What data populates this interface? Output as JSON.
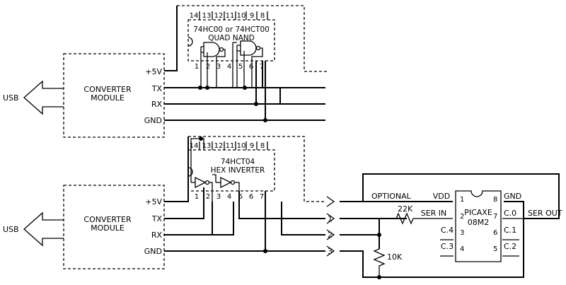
{
  "top_circuit": {
    "usb_label": "USB",
    "converter_label_line1": "CONVERTER",
    "converter_label_line2": "MODULE",
    "pin_5v": "+5V",
    "pin_tx": "TX",
    "pin_rx": "RX",
    "pin_gnd": "GND",
    "ic_label_line1": "74HC00 or 74HCT00",
    "ic_label_line2": "QUAD NAND",
    "ic_pins_top": [
      "14",
      "13",
      "12",
      "11",
      "10",
      "9",
      "8"
    ],
    "ic_pins_bottom": [
      "1",
      "2",
      "3",
      "4",
      "5",
      "6",
      "7"
    ]
  },
  "bottom_circuit": {
    "usb_label": "USB",
    "converter_label_line1": "CONVERTER",
    "converter_label_line2": "MODULE",
    "pin_5v": "+5V",
    "pin_tx": "TX",
    "pin_rx": "RX",
    "pin_gnd": "GND",
    "ic_label_line1": "74HCT04",
    "ic_label_line2": "HEX INVERTER",
    "ic_pins_top": [
      "14",
      "13",
      "12",
      "11",
      "10",
      "9",
      "8"
    ],
    "ic_pins_bottom": [
      "1",
      "2",
      "3",
      "4",
      "5",
      "6",
      "7"
    ],
    "connector_pins": [
      "1",
      "2",
      "3"
    ],
    "optional_label": "OPTIONAL"
  },
  "picaxe": {
    "label_line1": "PICAXE",
    "label_line2": "08M2",
    "pin_vdd": "VDD",
    "pin_ser_in": "SER IN",
    "pin_c4": "C.4",
    "pin_c3": "C.3",
    "pin_gnd": "GND",
    "pin_c0": "C.0",
    "pin_c1": "C.1",
    "pin_c2": "C.2",
    "pin_numbers_left": [
      "1",
      "2",
      "3",
      "4"
    ],
    "pin_numbers_right": [
      "8",
      "7",
      "6",
      "5"
    ],
    "ser_out_label": "SER OUT",
    "resistor_22k": "22K",
    "resistor_10k": "10K"
  }
}
